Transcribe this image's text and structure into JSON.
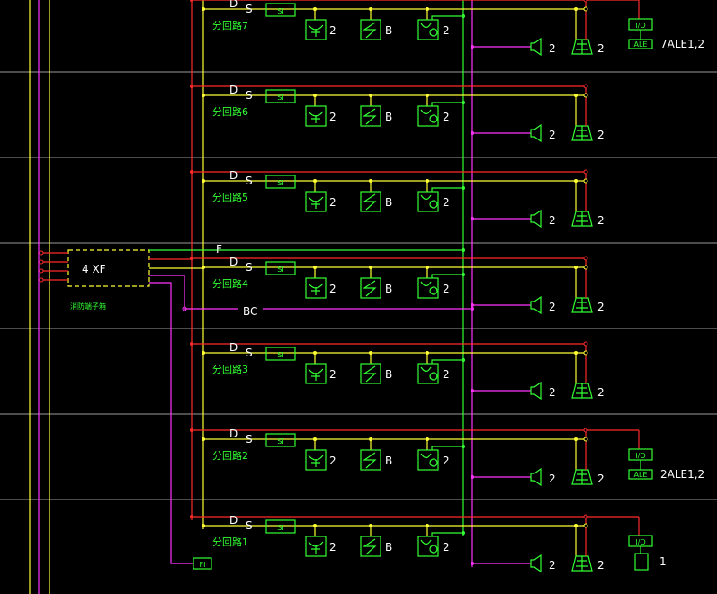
{
  "panel": {
    "label": "4 XF",
    "caption": "消防端子箱"
  },
  "trunk_labels": {
    "fire": "F",
    "broadcast": "BC"
  },
  "loops": [
    {
      "name": "分回路7",
      "d_label": "D",
      "s_label": "S",
      "si": "SI",
      "n1": "2",
      "n2": "B",
      "n3": "2",
      "speaker_n": "2",
      "strobe_n": "2",
      "io": "I/O",
      "ale": "ALE",
      "note": "7ALE1,2"
    },
    {
      "name": "分回路6",
      "d_label": "D",
      "s_label": "S",
      "si": "SI",
      "n1": "2",
      "n2": "B",
      "n3": "2",
      "speaker_n": "2",
      "strobe_n": "2"
    },
    {
      "name": "分回路5",
      "d_label": "D",
      "s_label": "S",
      "si": "SI",
      "n1": "2",
      "n2": "B",
      "n3": "2",
      "speaker_n": "2",
      "strobe_n": "2"
    },
    {
      "name": "分回路4",
      "d_label": "D",
      "s_label": "S",
      "si": "SI",
      "n1": "2",
      "n2": "B",
      "n3": "2",
      "speaker_n": "2",
      "strobe_n": "2"
    },
    {
      "name": "分回路3",
      "d_label": "D",
      "s_label": "S",
      "si": "SI",
      "n1": "2",
      "n2": "B",
      "n3": "2",
      "speaker_n": "2",
      "strobe_n": "2"
    },
    {
      "name": "分回路2",
      "d_label": "D",
      "s_label": "S",
      "si": "SI",
      "n1": "2",
      "n2": "B",
      "n3": "2",
      "speaker_n": "2",
      "strobe_n": "2",
      "io": "I/O",
      "ale": "ALE",
      "note": "2ALE1,2"
    },
    {
      "name": "分回路1",
      "d_label": "D",
      "s_label": "S",
      "si": "SI",
      "n1": "2",
      "n2": "B",
      "n3": "2",
      "speaker_n": "2",
      "strobe_n": "2",
      "io": "I/O",
      "fi": "FI",
      "bottom_n": "1"
    }
  ],
  "colors": {
    "red": "#ff2a2a",
    "yellow": "#ffff33",
    "green": "#33ff33",
    "magenta": "#ff33ff",
    "white": "#ffffff",
    "grid": "#9a9a9a"
  }
}
